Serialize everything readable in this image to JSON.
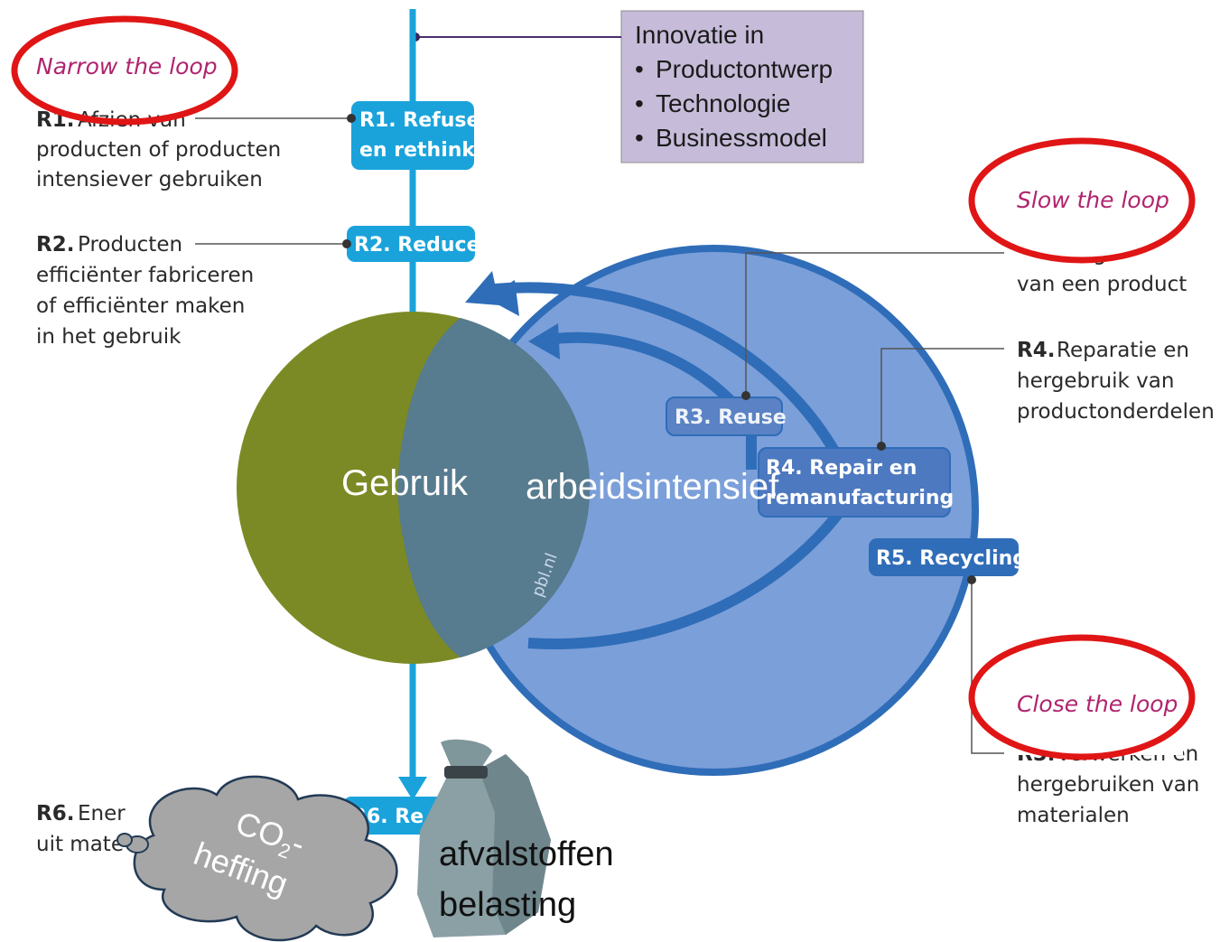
{
  "innovation": {
    "title": "Innovatie in",
    "items": [
      "Productontwerp",
      "Technologie",
      "Businessmodel"
    ]
  },
  "loops": {
    "narrow": "Narrow the loop",
    "slow": "Slow the loop",
    "close": "Close the loop"
  },
  "left_labels": {
    "r1": {
      "code": "R1.",
      "lines": [
        "Afzien van",
        "producten of producten",
        "intensiever gebruiken"
      ]
    },
    "r2": {
      "code": "R2.",
      "lines": [
        "Producten",
        "efficiënter fabriceren",
        "of efficiënter maken",
        "in het gebruik"
      ]
    },
    "r6": {
      "code": "R6.",
      "lines": [
        "Ener",
        "uit mate"
      ]
    }
  },
  "right_labels": {
    "r3": {
      "code": "R3.",
      "lines": [
        "Hergebruik",
        "van een product"
      ]
    },
    "r4": {
      "code": "R4.",
      "lines": [
        "Reparatie en",
        "hergebruik van",
        "productonderdelen"
      ]
    },
    "r5": {
      "code": "R5.",
      "lines": [
        "Verwerken en",
        "hergebruiken van",
        "materialen"
      ]
    }
  },
  "pills": {
    "r1": [
      "R1. Refuse",
      "en rethink"
    ],
    "r2": "R2. Reduce",
    "r3": "R3. Reuse",
    "r4": [
      "R4. Repair en",
      "remanufacturing"
    ],
    "r5": "R5. Recycling",
    "r6": "R6. Re"
  },
  "center": {
    "use": "Gebruik",
    "labour": "arbeidsintensief",
    "watermark": "pbl.nl"
  },
  "cloud": {
    "co2": "CO",
    "sub": "2",
    "dash": "-",
    "levy": "heffing"
  },
  "waste_tax": [
    "afvalstoffen",
    "belasting"
  ],
  "colors": {
    "flow_blue": "#1aa3db",
    "circle_blue": "#7b9fd9",
    "circle_stroke": "#2f6db8",
    "olive": "#7b8a24",
    "overlap": "#577b8f",
    "innovation_box": "#c6bcd9",
    "highlight_red": "#e01515",
    "loop_magenta": "#b0246e"
  }
}
